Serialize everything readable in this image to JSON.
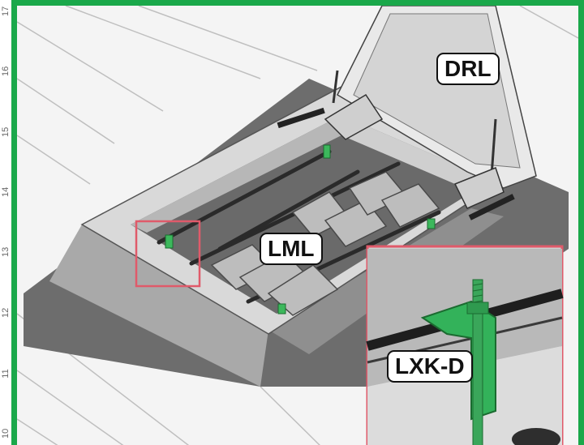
{
  "labels": {
    "drl": "DRL",
    "lml": "LML",
    "lxkd": "LXK-D"
  },
  "ruler": [
    "17",
    "16",
    "15",
    "14",
    "13",
    "12",
    "11",
    "10"
  ],
  "colors": {
    "frame_border": "#1aa84a",
    "highlight_box": "#e05a6a",
    "bracket": "#33b25a"
  }
}
